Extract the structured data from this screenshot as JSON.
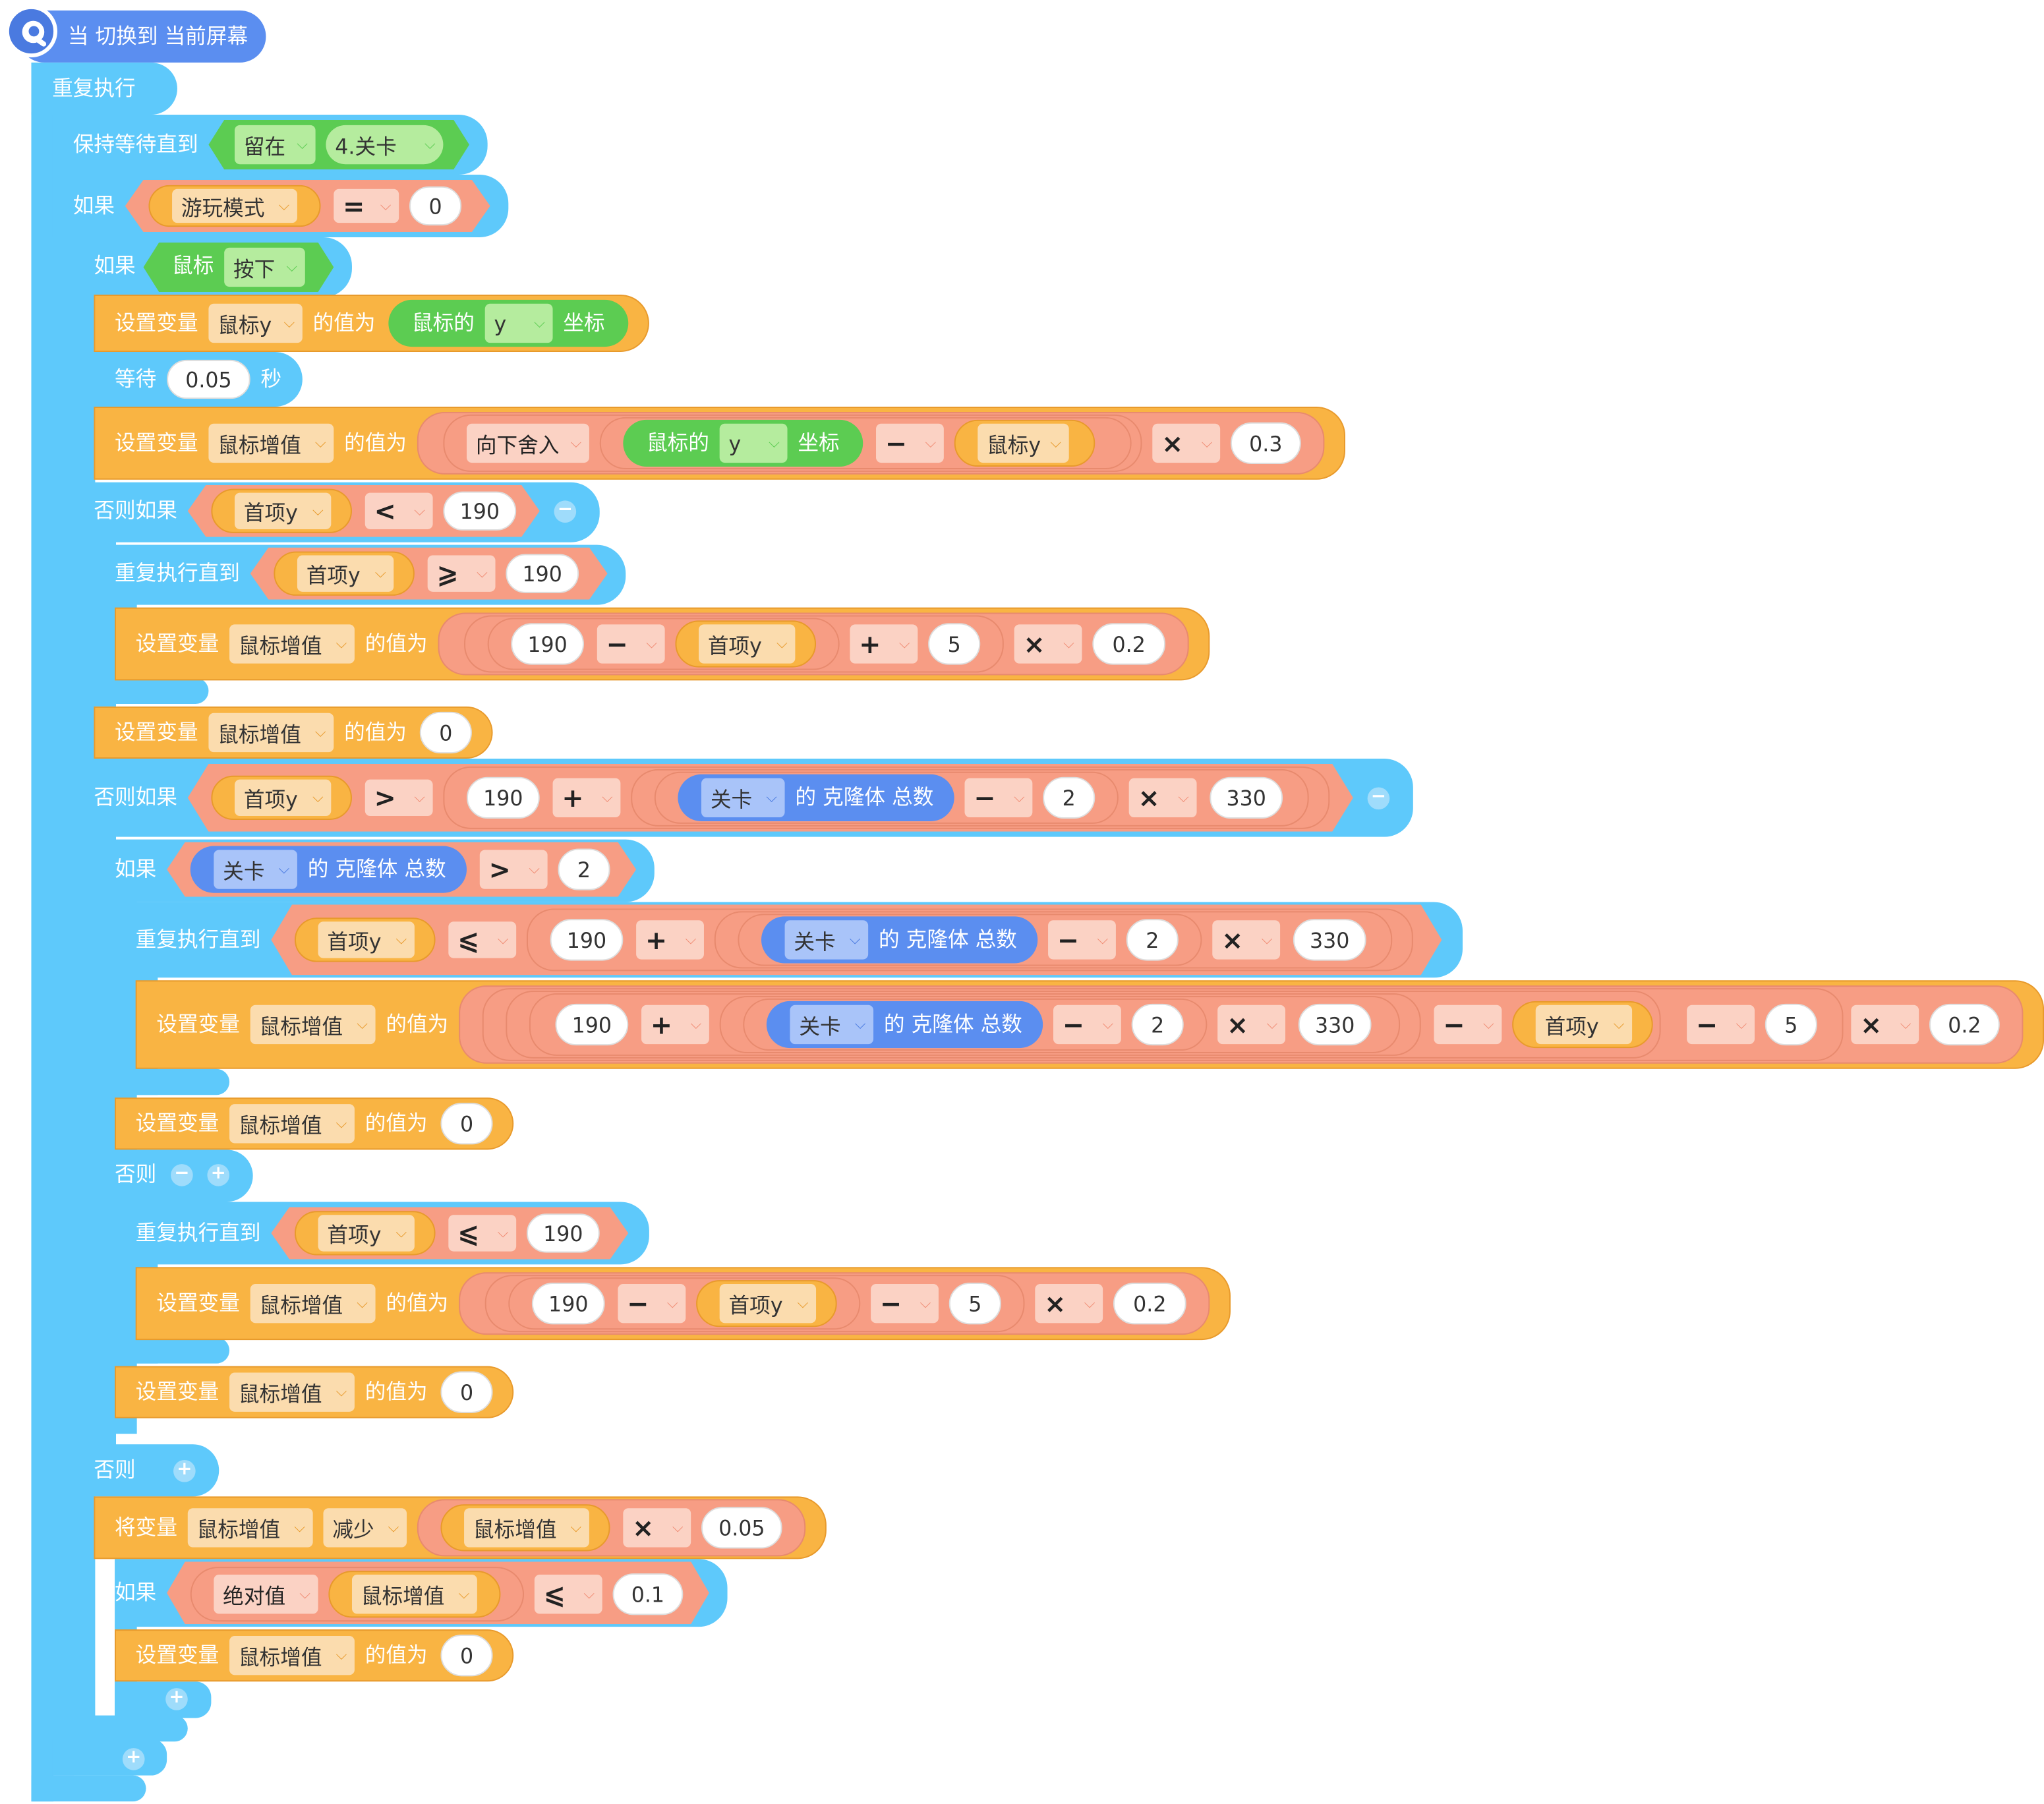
{
  "hat": {
    "label": "当 切换到 当前屏幕"
  },
  "forever": {
    "label": "重复执行"
  },
  "wait_until": {
    "label": "保持等待直到",
    "stay": "留在",
    "level": "4.关卡"
  },
  "if1": {
    "label": "如果",
    "var": "游玩模式",
    "op": "=",
    "val": "0"
  },
  "if2": {
    "label": "如果",
    "target": "鼠标",
    "state": "按下"
  },
  "set1": {
    "prefix": "设置变量",
    "var": "鼠标y",
    "suffix": "的值为",
    "reporter_pre": "鼠标的",
    "axis": "y",
    "reporter_post": "坐标"
  },
  "wait": {
    "label": "等待",
    "seconds": "0.05",
    "unit": "秒"
  },
  "set2": {
    "prefix": "设置变量",
    "var": "鼠标增值",
    "suffix": "的值为",
    "round": "向下舍入",
    "mouse_pre": "鼠标的",
    "axis": "y",
    "mouse_post": "坐标",
    "minus": "−",
    "var2": "鼠标y",
    "times": "×",
    "factor": "0.3"
  },
  "elif1": {
    "label": "否则如果",
    "var": "首项y",
    "op": "<",
    "val": "190"
  },
  "repeat1": {
    "label": "重复执行直到",
    "var": "首项y",
    "op": "⩾",
    "val": "190"
  },
  "set3": {
    "prefix": "设置变量",
    "var": "鼠标增值",
    "suffix": "的值为",
    "a": "190",
    "minus": "−",
    "var2": "首项y",
    "plus": "+",
    "b": "5",
    "times": "×",
    "c": "0.2"
  },
  "set4": {
    "prefix": "设置变量",
    "var": "鼠标增值",
    "suffix": "的值为",
    "val": "0"
  },
  "elif2": {
    "label": "否则如果",
    "var": "首项y",
    "op": ">",
    "a": "190",
    "plus": "+",
    "sprite": "关卡",
    "clone_text": "的 克隆体 总数",
    "minus": "−",
    "b": "2",
    "times": "×",
    "c": "330"
  },
  "if3": {
    "label": "如果",
    "sprite": "关卡",
    "clone_text": "的 克隆体 总数",
    "op": ">",
    "val": "2"
  },
  "repeat2": {
    "label": "重复执行直到",
    "var": "首项y",
    "op": "⩽",
    "a": "190",
    "plus": "+",
    "sprite": "关卡",
    "clone_text": "的 克隆体 总数",
    "minus": "−",
    "b": "2",
    "times": "×",
    "c": "330"
  },
  "set5": {
    "prefix": "设置变量",
    "var": "鼠标增值",
    "suffix": "的值为",
    "a": "190",
    "plus": "+",
    "sprite": "关卡",
    "clone_text": "的 克隆体 总数",
    "minus": "−",
    "b": "2",
    "times": "×",
    "c": "330",
    "minus2": "−",
    "var2": "首项y",
    "minus3": "−",
    "d": "5",
    "times2": "×",
    "e": "0.2"
  },
  "set6": {
    "prefix": "设置变量",
    "var": "鼠标增值",
    "suffix": "的值为",
    "val": "0"
  },
  "else1": {
    "label": "否则",
    "minus_icon": "−",
    "plus_icon": "+"
  },
  "repeat3": {
    "label": "重复执行直到",
    "var": "首项y",
    "op": "⩽",
    "val": "190"
  },
  "set7": {
    "prefix": "设置变量",
    "var": "鼠标增值",
    "suffix": "的值为",
    "a": "190",
    "minus": "−",
    "var2": "首项y",
    "minus2": "−",
    "b": "5",
    "times": "×",
    "c": "0.2"
  },
  "set8": {
    "prefix": "设置变量",
    "var": "鼠标增值",
    "suffix": "的值为",
    "val": "0"
  },
  "else2": {
    "label": "否则",
    "plus_icon": "+"
  },
  "change1": {
    "prefix": "将变量",
    "var": "鼠标增值",
    "action": "减少",
    "var2": "鼠标增值",
    "times": "×",
    "val": "0.05"
  },
  "if4": {
    "label": "如果",
    "func": "绝对值",
    "var": "鼠标增值",
    "op": "⩽",
    "val": "0.1"
  },
  "set9": {
    "prefix": "设置变量",
    "var": "鼠标增值",
    "suffix": "的值为",
    "val": "0"
  },
  "add_icons": {
    "a": "+",
    "b": "+"
  },
  "collapse_icons": {
    "elif1": "−",
    "elif2": "−"
  },
  "colors": {
    "event": "#5b8ef0",
    "control": "#5ec9fb",
    "variable": "#f9b443",
    "operator": "#f79d84",
    "sensing": "#5ccc52",
    "clone": "#5b8ef0"
  }
}
